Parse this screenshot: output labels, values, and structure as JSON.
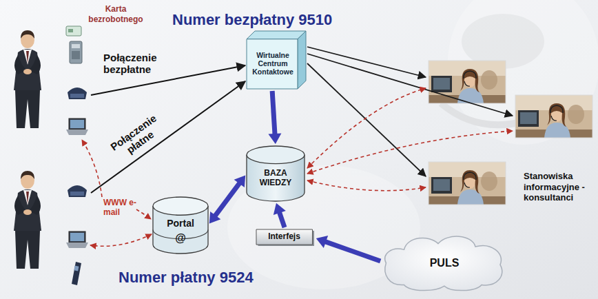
{
  "diagram": {
    "nodes": [
      {
        "text": [
          "Wirtualne Centrum Kontaktowe"
        ]
      },
      {
        "text": [
          "BAZA WIEDZY"
        ]
      },
      {
        "text": [
          "Portal",
          "@"
        ]
      },
      {
        "text": [
          "Interfejs"
        ]
      },
      {
        "text": [
          "PULS"
        ]
      }
    ],
    "edges": [
      {
        "from": 0,
        "to": 1,
        "arrow": "to"
      },
      {
        "from": 2,
        "to": 1,
        "arrow": "both"
      },
      {
        "from": 3,
        "to": 1,
        "arrow": "to"
      },
      {
        "from": 4,
        "to": 3,
        "arrow": "to"
      }
    ],
    "labels": [
      "Karta bezrobotnego",
      "Numer bezpłatny 9510",
      "Połączenie bezpłatne",
      "Połączenie płatne",
      "WWW e-mail",
      "Stanowiska informacyjne - konsultanci",
      "Numer płatny 9524"
    ]
  }
}
